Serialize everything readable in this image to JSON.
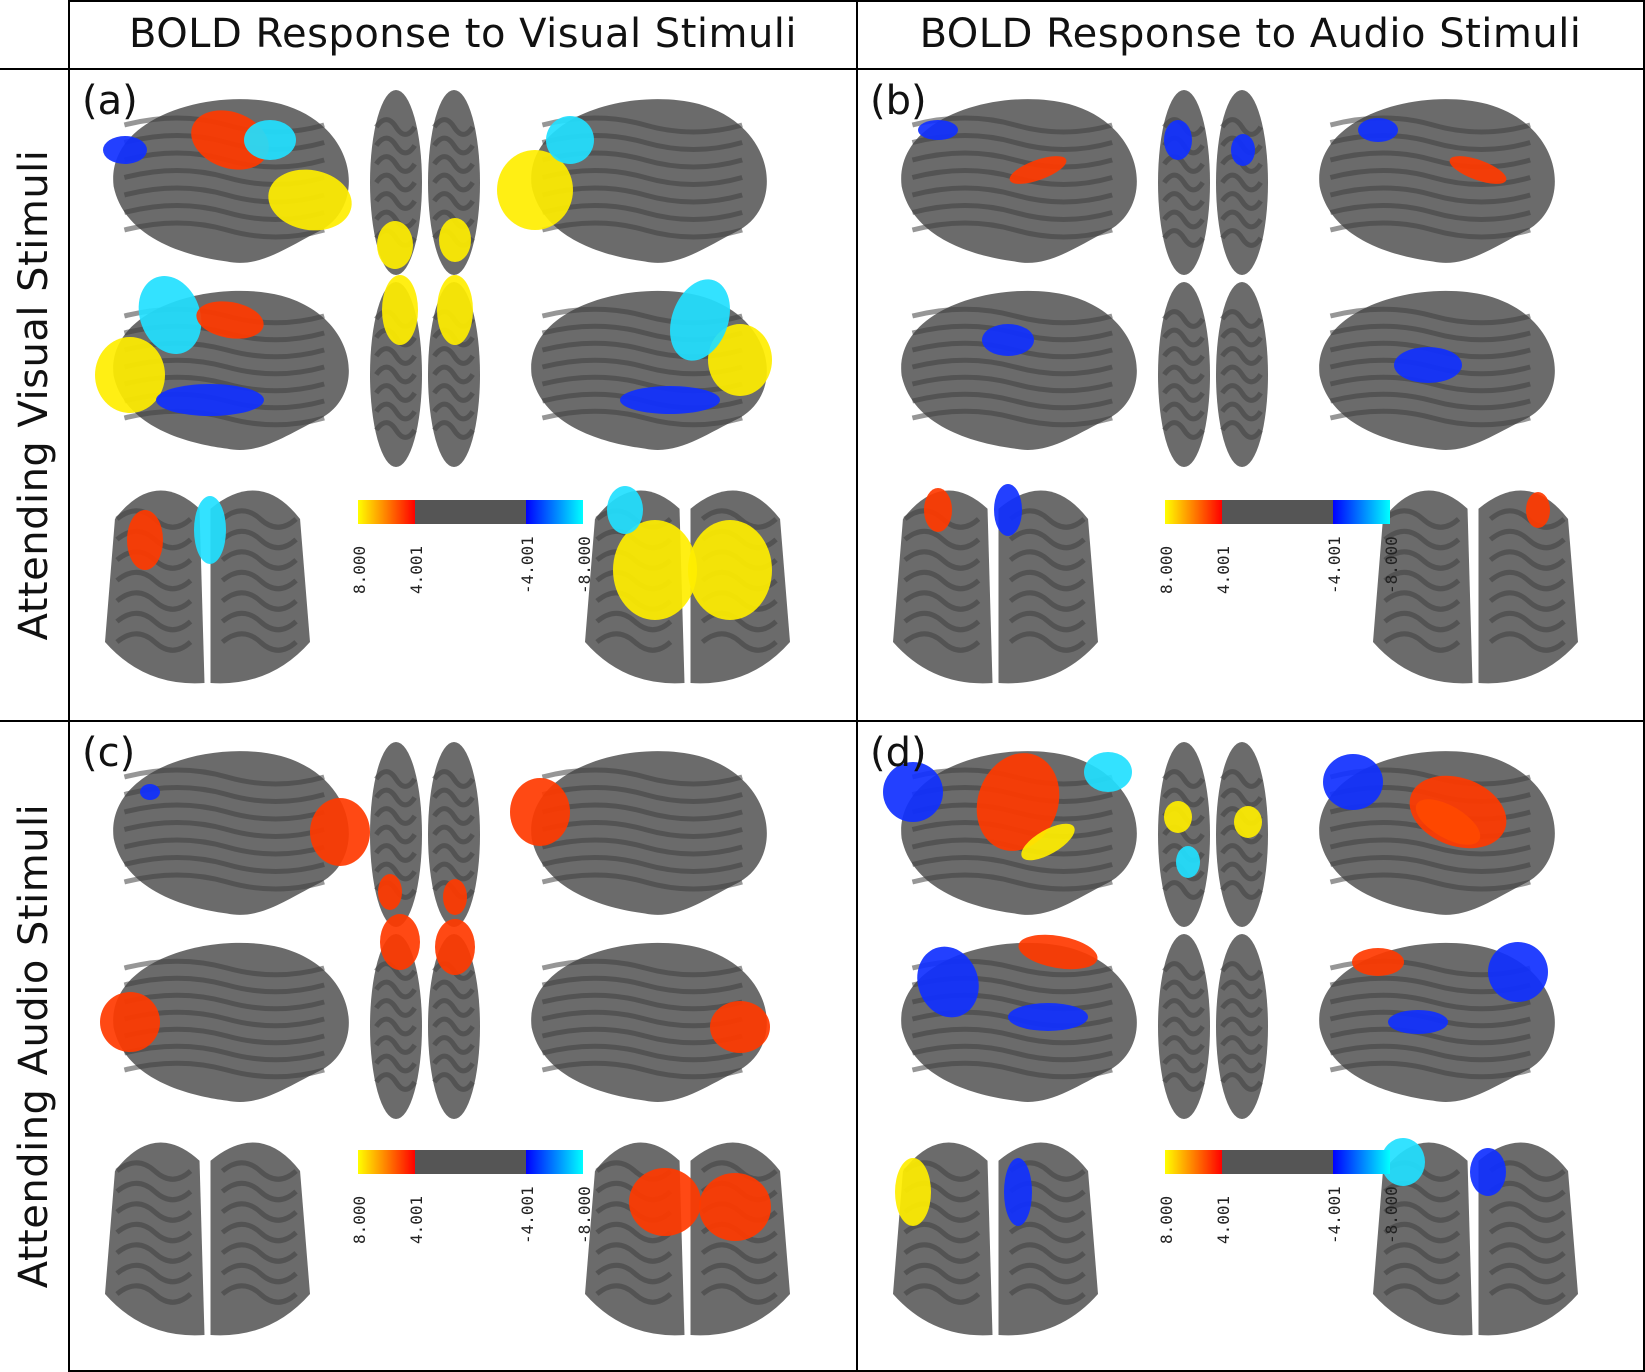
{
  "column_headers": [
    "BOLD Response to Visual Stimuli",
    "BOLD Response to Audio Stimuli"
  ],
  "row_headers": [
    "Attending Visual Stimuli",
    "Attending Audio Stimuli"
  ],
  "panels": [
    {
      "label": "(a)",
      "visual": "visual-attend-visual-response"
    },
    {
      "label": "(b)",
      "visual": "visual-attend-audio-response"
    },
    {
      "label": "(c)",
      "visual": "audio-attend-visual-response"
    },
    {
      "label": "(d)",
      "visual": "audio-attend-audio-response"
    }
  ],
  "colorbar": {
    "ticks": [
      "8.000",
      "4.001",
      "-4.001",
      "-8.000"
    ],
    "colors": {
      "max_pos": "#ffff00",
      "pos": "#ff0000",
      "neutral": "#555555",
      "neg": "#0000ff",
      "max_neg": "#00ffff"
    }
  },
  "colors": {
    "brain_surface": "#6b6b6b",
    "brain_dark": "#3f3f3f",
    "activation_hot": "#ff3a00",
    "activation_yellow": "#ffee00",
    "activation_blue": "#1030ff",
    "activation_cyan": "#22e0ff"
  }
}
